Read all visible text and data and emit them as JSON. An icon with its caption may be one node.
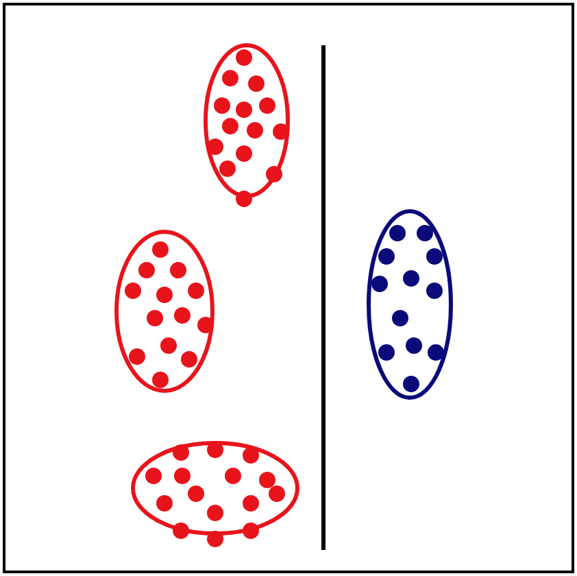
{
  "diagram": {
    "nodes": [
      {
        "text": [],
        "shape": "ellipse"
      },
      {
        "text": [],
        "shape": "ellipse"
      },
      {
        "text": [],
        "shape": "ellipse"
      },
      {
        "text": [],
        "shape": "ellipse"
      }
    ]
  }
}
